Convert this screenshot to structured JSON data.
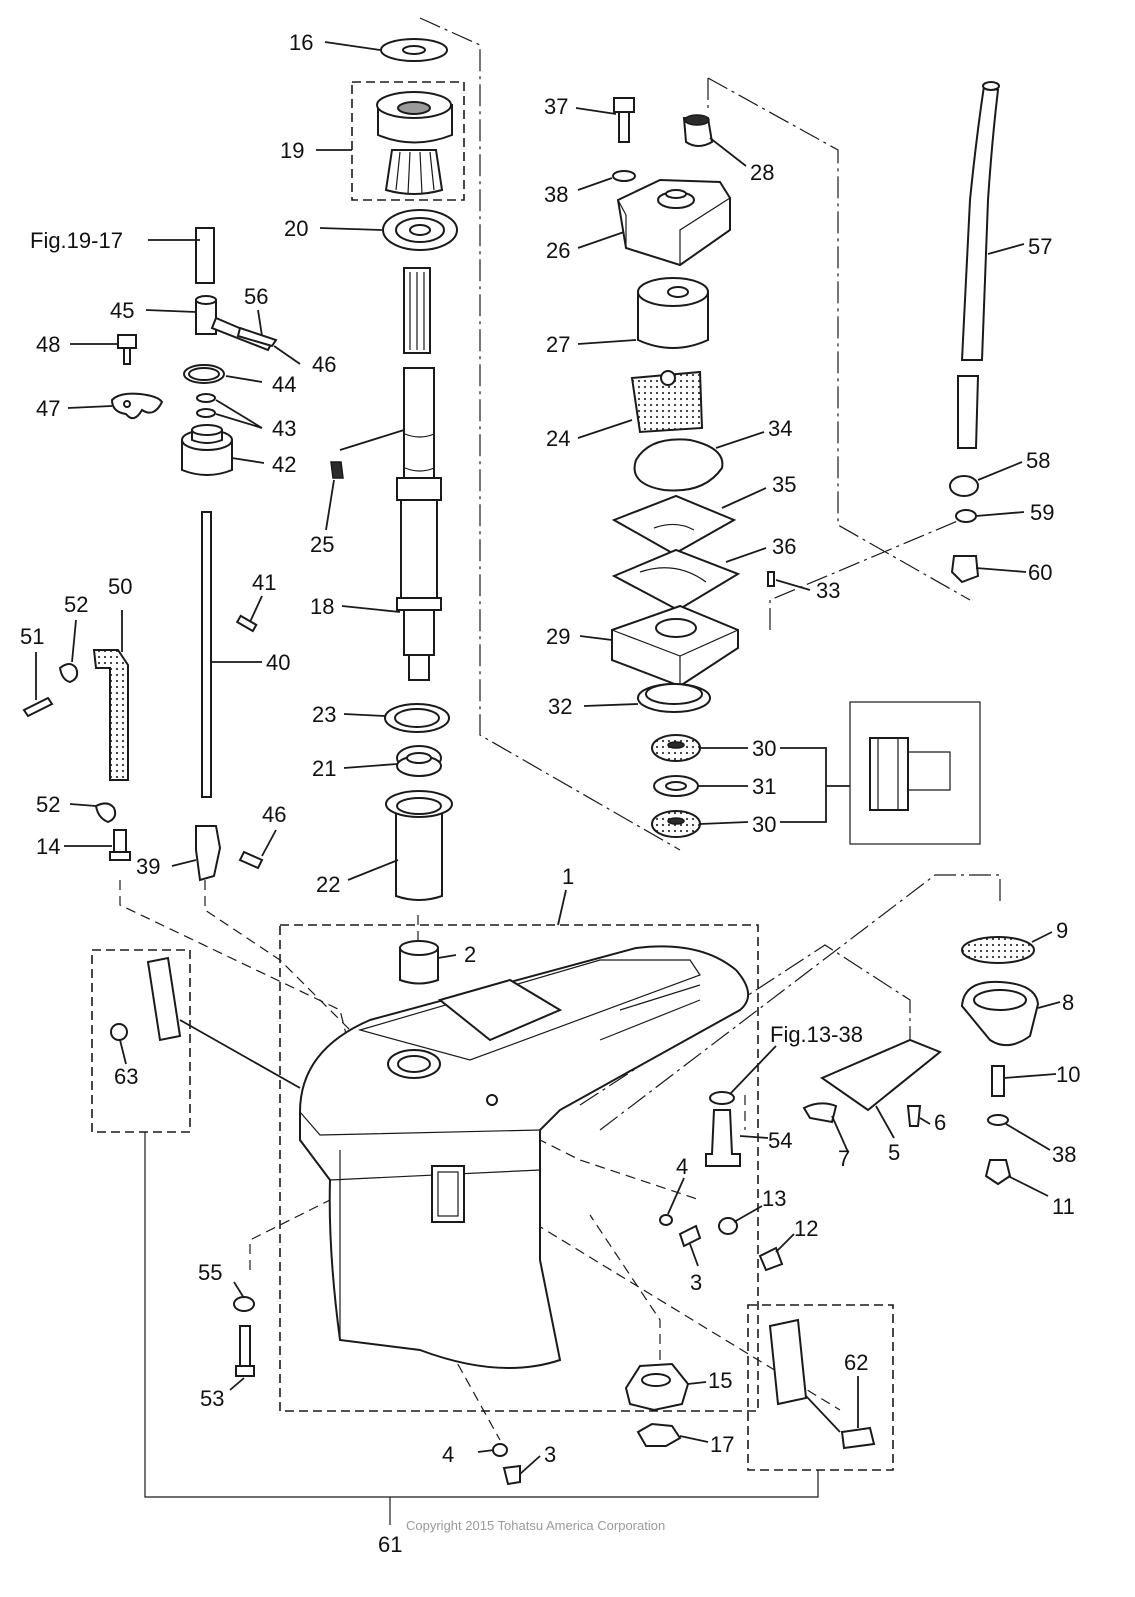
{
  "copyright": "Copyright 2015 Tohatsu America Corporation",
  "colors": {
    "line": "#1a1a1a",
    "copyright": "#9a9a9a",
    "background": "#ffffff"
  },
  "callouts": {
    "p1": "1",
    "p2": "2",
    "p3a": "3",
    "p3b": "3",
    "p4a": "4",
    "p4b": "4",
    "p5": "5",
    "p6": "6",
    "p7": "7",
    "p8": "8",
    "p9": "9",
    "p10": "10",
    "p11": "11",
    "p12": "12",
    "p13": "13",
    "p14": "14",
    "p15": "15",
    "p16": "16",
    "p17": "17",
    "p18": "18",
    "p19": "19",
    "p20": "20",
    "p21": "21",
    "p22": "22",
    "p23": "23",
    "p24": "24",
    "p25": "25",
    "p26": "26",
    "p27": "27",
    "p28": "28",
    "p29": "29",
    "p30a": "30",
    "p30b": "30",
    "p31": "31",
    "p32": "32",
    "p33": "33",
    "p34": "34",
    "p35": "35",
    "p36": "36",
    "p37": "37",
    "p38a": "38",
    "p38b": "38",
    "p39": "39",
    "p40": "40",
    "p41": "41",
    "p42": "42",
    "p43": "43",
    "p44": "44",
    "p45": "45",
    "p46a": "46",
    "p46b": "46",
    "p47": "47",
    "p48": "48",
    "p50": "50",
    "p51": "51",
    "p52a": "52",
    "p52b": "52",
    "p53": "53",
    "p54": "54",
    "p55": "55",
    "p56": "56",
    "p57": "57",
    "p58": "58",
    "p59": "59",
    "p60": "60",
    "p61": "61",
    "p62": "62",
    "p63": "63"
  },
  "refs": {
    "fig19": "Fig.19-17",
    "fig13": "Fig.13-38"
  }
}
